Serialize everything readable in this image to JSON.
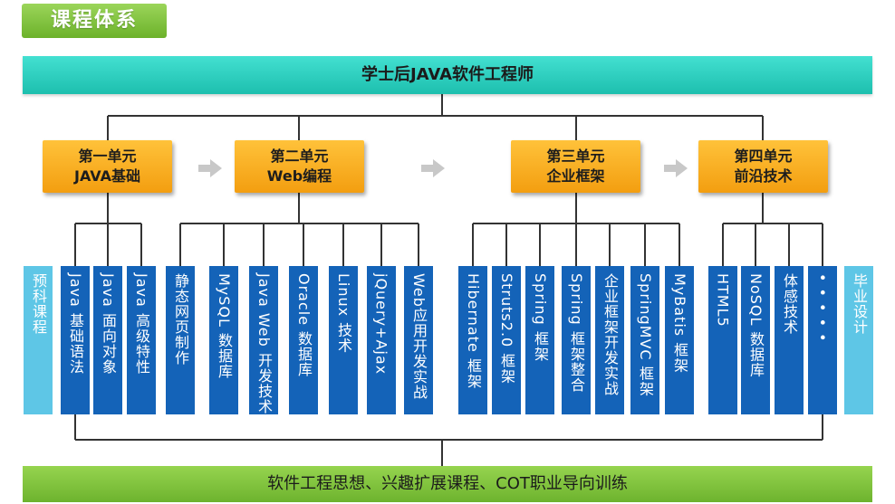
{
  "header": {
    "title": "课程体系"
  },
  "top_bar": {
    "label": "学士后JAVA软件工程师"
  },
  "units": [
    {
      "line1": "第一单元",
      "line2": "JAVA基础"
    },
    {
      "line1": "第二单元",
      "line2": "Web编程"
    },
    {
      "line1": "第三单元",
      "line2": "企业框架"
    },
    {
      "line1": "第四单元",
      "line2": "前沿技术"
    }
  ],
  "courses": {
    "pre": "预科课程",
    "unit1": [
      "Java 基础语法",
      "Java 面向对象",
      "Java 高级特性"
    ],
    "unit2": [
      "静态网页制作",
      "MySQL 数据库",
      "Java Web 开发技术",
      "Oracle 数据库",
      "Linux 技术",
      "jQuery+Ajax",
      "Web应用开发实战"
    ],
    "unit3": [
      "Hibernate 框架",
      "Struts2.0 框架",
      "Spring 框架",
      "Spring 框架整合",
      "企业框架开发实战",
      "SpringMVC 框架",
      "MyBatis 框架"
    ],
    "unit4": [
      "HTML5",
      "NoSQL 数据库",
      "体感技术",
      "• • • • •"
    ],
    "post": "毕业设计"
  },
  "bottom_bar": {
    "label": "软件工程思想、兴趣扩展课程、COT职业导向训练"
  },
  "colors": {
    "header_green": "#7cc23a",
    "top_teal": "#2ccfbf",
    "unit_orange": "#f7a81b",
    "course_blue": "#1463b8",
    "side_light_blue": "#5ec6e6",
    "bottom_green": "#7cc23a"
  }
}
